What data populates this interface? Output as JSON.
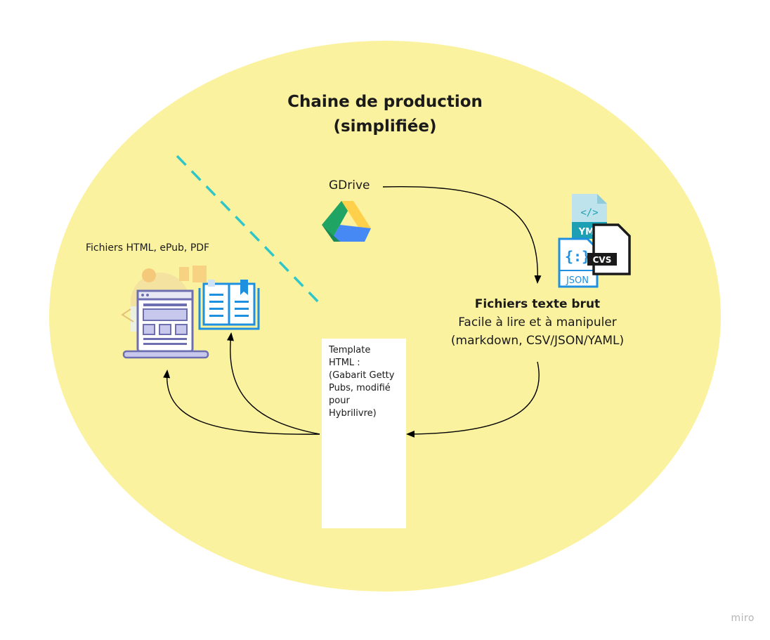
{
  "title": {
    "line1": "Chaine de production",
    "line2": "(simplifiée)"
  },
  "nodes": {
    "gdrive": {
      "label": "GDrive",
      "icon": "google-drive-icon"
    },
    "outputs": {
      "label": "Fichiers HTML, ePub, PDF",
      "icons": [
        "website-laptop-icon",
        "open-book-icon"
      ]
    },
    "raw_files": {
      "title": "Fichiers texte brut",
      "line2": "Facile à lire et à manipuler",
      "line3": "(markdown, CSV/JSON/YAML)",
      "file_badges": [
        "YML",
        "CVS",
        "JSON"
      ],
      "icons": [
        "yml-file-icon",
        "csv-file-icon",
        "json-file-icon"
      ]
    },
    "template": {
      "lines": [
        "Template",
        "HTML :",
        "(Gabarit Getty",
        "Pubs, modifié",
        "pour",
        "Hybrilivre)"
      ],
      "icon": "document-transform-icon"
    }
  },
  "colors": {
    "background_ellipse": "#fbf29f",
    "dashed_divider": "#2ec6c9",
    "arrow": "#000000",
    "icon_blue": "#1f8fe0",
    "icon_purple": "#6d6fb0"
  },
  "watermark": "miro"
}
